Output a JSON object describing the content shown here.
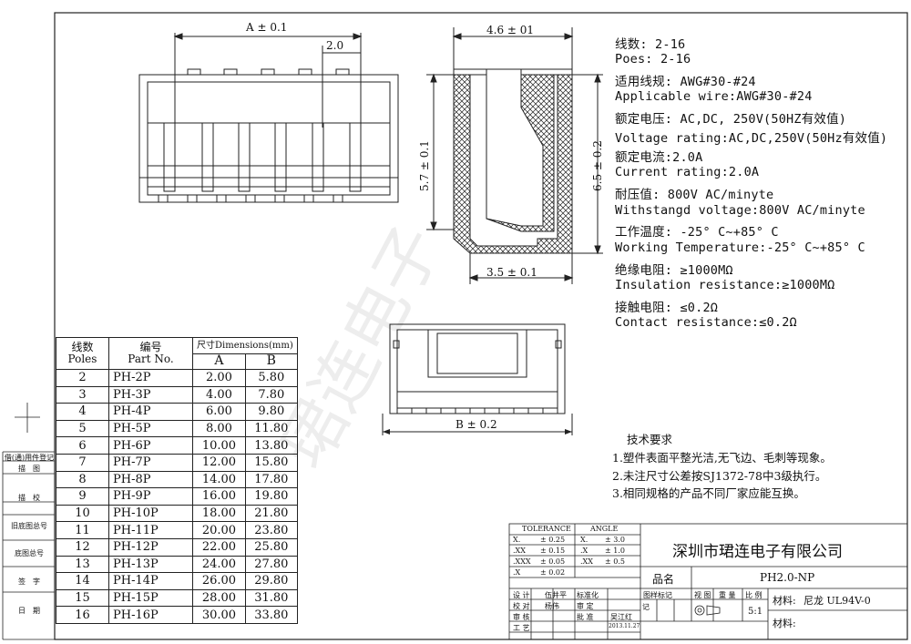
{
  "dims": {
    "a": "A ± 0.1",
    "pitch": "2.0",
    "width": "4.6 ± 01",
    "height1": "5.7 ± 0.1",
    "height2": "6.5 ± 0.2",
    "depth": "3.5 ± 0.1",
    "b": "B ± 0.2"
  },
  "specs": [
    "线数: 2-16",
    "Poes: 2-16",
    "适用线规: AWG#30-#24",
    "Applicable wire:AWG#30-#24",
    "额定电压: AC,DC, 250V(50HZ有效值)",
    "Voltage rating:AC,DC,250V(50Hz有效值)",
    "额定电流:2.0A",
    "Current rating:2.0A",
    "耐压值: 800V AC/minyte",
    "Withstangd voltage:800V AC/minyte",
    "工作温度: -25° C~+85° C",
    "Working Temperature:-25° C~+85° C",
    "绝缘电阻: ≥1000MΩ",
    "Insulation resistance:≥1000MΩ",
    "接触电阻: ≤0.2Ω",
    "Contact resistance:≤0.2Ω"
  ],
  "tech": {
    "title": "技术要求",
    "items": [
      "1.塑件表面平整光洁,无飞边、毛刺等现象。",
      "2.未注尺寸公差按SJ1372-78中3级执行。",
      "3.相同规格的产品不同厂家应能互换。"
    ]
  },
  "table": {
    "h_poles_cn": "线数",
    "h_poles_en": "Poles",
    "h_part_cn": "编号",
    "h_part_en": "Part No.",
    "h_dim": "尺寸Dimensions(mm)",
    "h_a": "A",
    "h_b": "B",
    "rows": [
      [
        "2",
        "PH-2P",
        "2.00",
        "5.80"
      ],
      [
        "3",
        "PH-3P",
        "4.00",
        "7.80"
      ],
      [
        "4",
        "PH-4P",
        "6.00",
        "9.80"
      ],
      [
        "5",
        "PH-5P",
        "8.00",
        "11.80"
      ],
      [
        "6",
        "PH-6P",
        "10.00",
        "13.80"
      ],
      [
        "7",
        "PH-7P",
        "12.00",
        "15.80"
      ],
      [
        "8",
        "PH-8P",
        "14.00",
        "17.80"
      ],
      [
        "9",
        "PH-9P",
        "16.00",
        "19.80"
      ],
      [
        "10",
        "PH-10P",
        "18.00",
        "21.80"
      ],
      [
        "11",
        "PH-11P",
        "20.00",
        "23.80"
      ],
      [
        "12",
        "PH-12P",
        "22.00",
        "25.80"
      ],
      [
        "13",
        "PH-13P",
        "24.00",
        "27.80"
      ],
      [
        "14",
        "PH-14P",
        "26.00",
        "29.80"
      ],
      [
        "15",
        "PH-15P",
        "28.00",
        "31.80"
      ],
      [
        "16",
        "PH-16P",
        "30.00",
        "33.80"
      ]
    ]
  },
  "side_labels": [
    "借(通)用件登记",
    "描　图",
    "描　校",
    "旧底图总号",
    "底图总号",
    "签　字",
    "日　期"
  ],
  "title_block": {
    "tolerance": "TOLERANCE",
    "angle": "ANGLE",
    "tol_rows": [
      [
        "X.",
        "± 0.25",
        "X.",
        "± 3.0"
      ],
      [
        ".XX",
        "± 0.15",
        ".X",
        "± 1.0"
      ],
      [
        ".XXX",
        "± 0.05",
        ".XX",
        "± 0.5"
      ],
      [
        ".X",
        "± 0.02",
        "",
        ""
      ]
    ],
    "company": "深圳市珺连电子有限公司",
    "name_label": "品名",
    "product": "PH2.0-NP",
    "mark": "图样标记",
    "views": "视 图",
    "weight": "重 量",
    "scale_label": "比 例",
    "scale": "5:1",
    "material_label1": "材料:",
    "material1": "尼龙 UL94V-0",
    "material_label2": "材料:",
    "signs": [
      [
        "设 计",
        "伍井平",
        "标准化"
      ],
      [
        "校 对",
        "杨伟",
        "审 定"
      ],
      [
        "审 核",
        "",
        "批 准"
      ],
      [
        "工 艺",
        "",
        ""
      ]
    ],
    "approver": "吴江红",
    "date": "2013.11.27",
    "ji": "记"
  },
  "watermark": "珺连电子"
}
